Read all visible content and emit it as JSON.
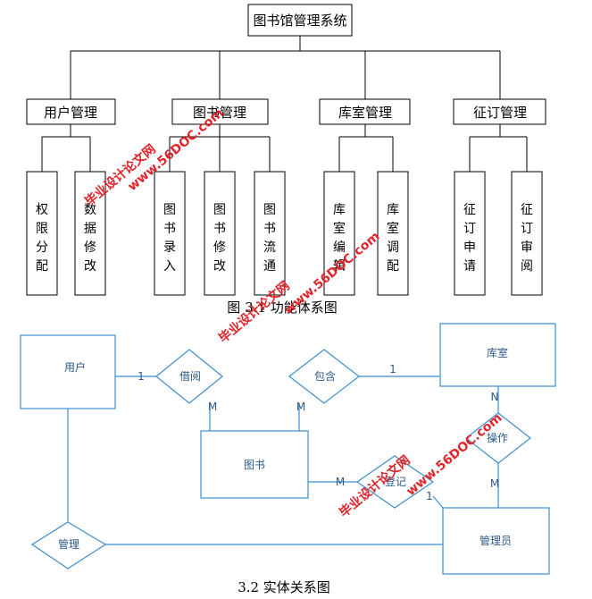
{
  "figure1": {
    "root": "图书馆管理系统",
    "modules": [
      {
        "label": "用户管理",
        "children": [
          "权限分配",
          "数据修改"
        ]
      },
      {
        "label": "图书管理",
        "children": [
          "图书录入",
          "图书修改",
          "图书流通"
        ]
      },
      {
        "label": "库室管理",
        "children": [
          "库室编辑",
          "库室调配"
        ]
      },
      {
        "label": "征订管理",
        "children": [
          "征订申请",
          "征订审阅"
        ]
      }
    ],
    "caption": "图 3.1 功能体系图"
  },
  "figure2": {
    "entities": {
      "user": "用户",
      "library": "库室",
      "book": "图书",
      "admin": "管理员"
    },
    "relations": {
      "borrow": "借阅",
      "contain": "包含",
      "operate": "操作",
      "register": "登记",
      "manage": "管理"
    },
    "cardinalities": {
      "user_borrow": "1",
      "borrow_book": "M",
      "contain_library": "1",
      "contain_book": "M",
      "library_operate": "N",
      "operate_admin": "M",
      "book_register": "M",
      "register_admin": "1"
    },
    "caption": "3.2 实体关系图"
  },
  "watermarks": {
    "site_cn": "毕业设计论文网",
    "site_url": "www.56DOC.com"
  },
  "colors": {
    "tree_line": "#000000",
    "er_line": "#3b8ed0",
    "er_text": "#2e5a8a",
    "watermark": "#e0242a"
  }
}
